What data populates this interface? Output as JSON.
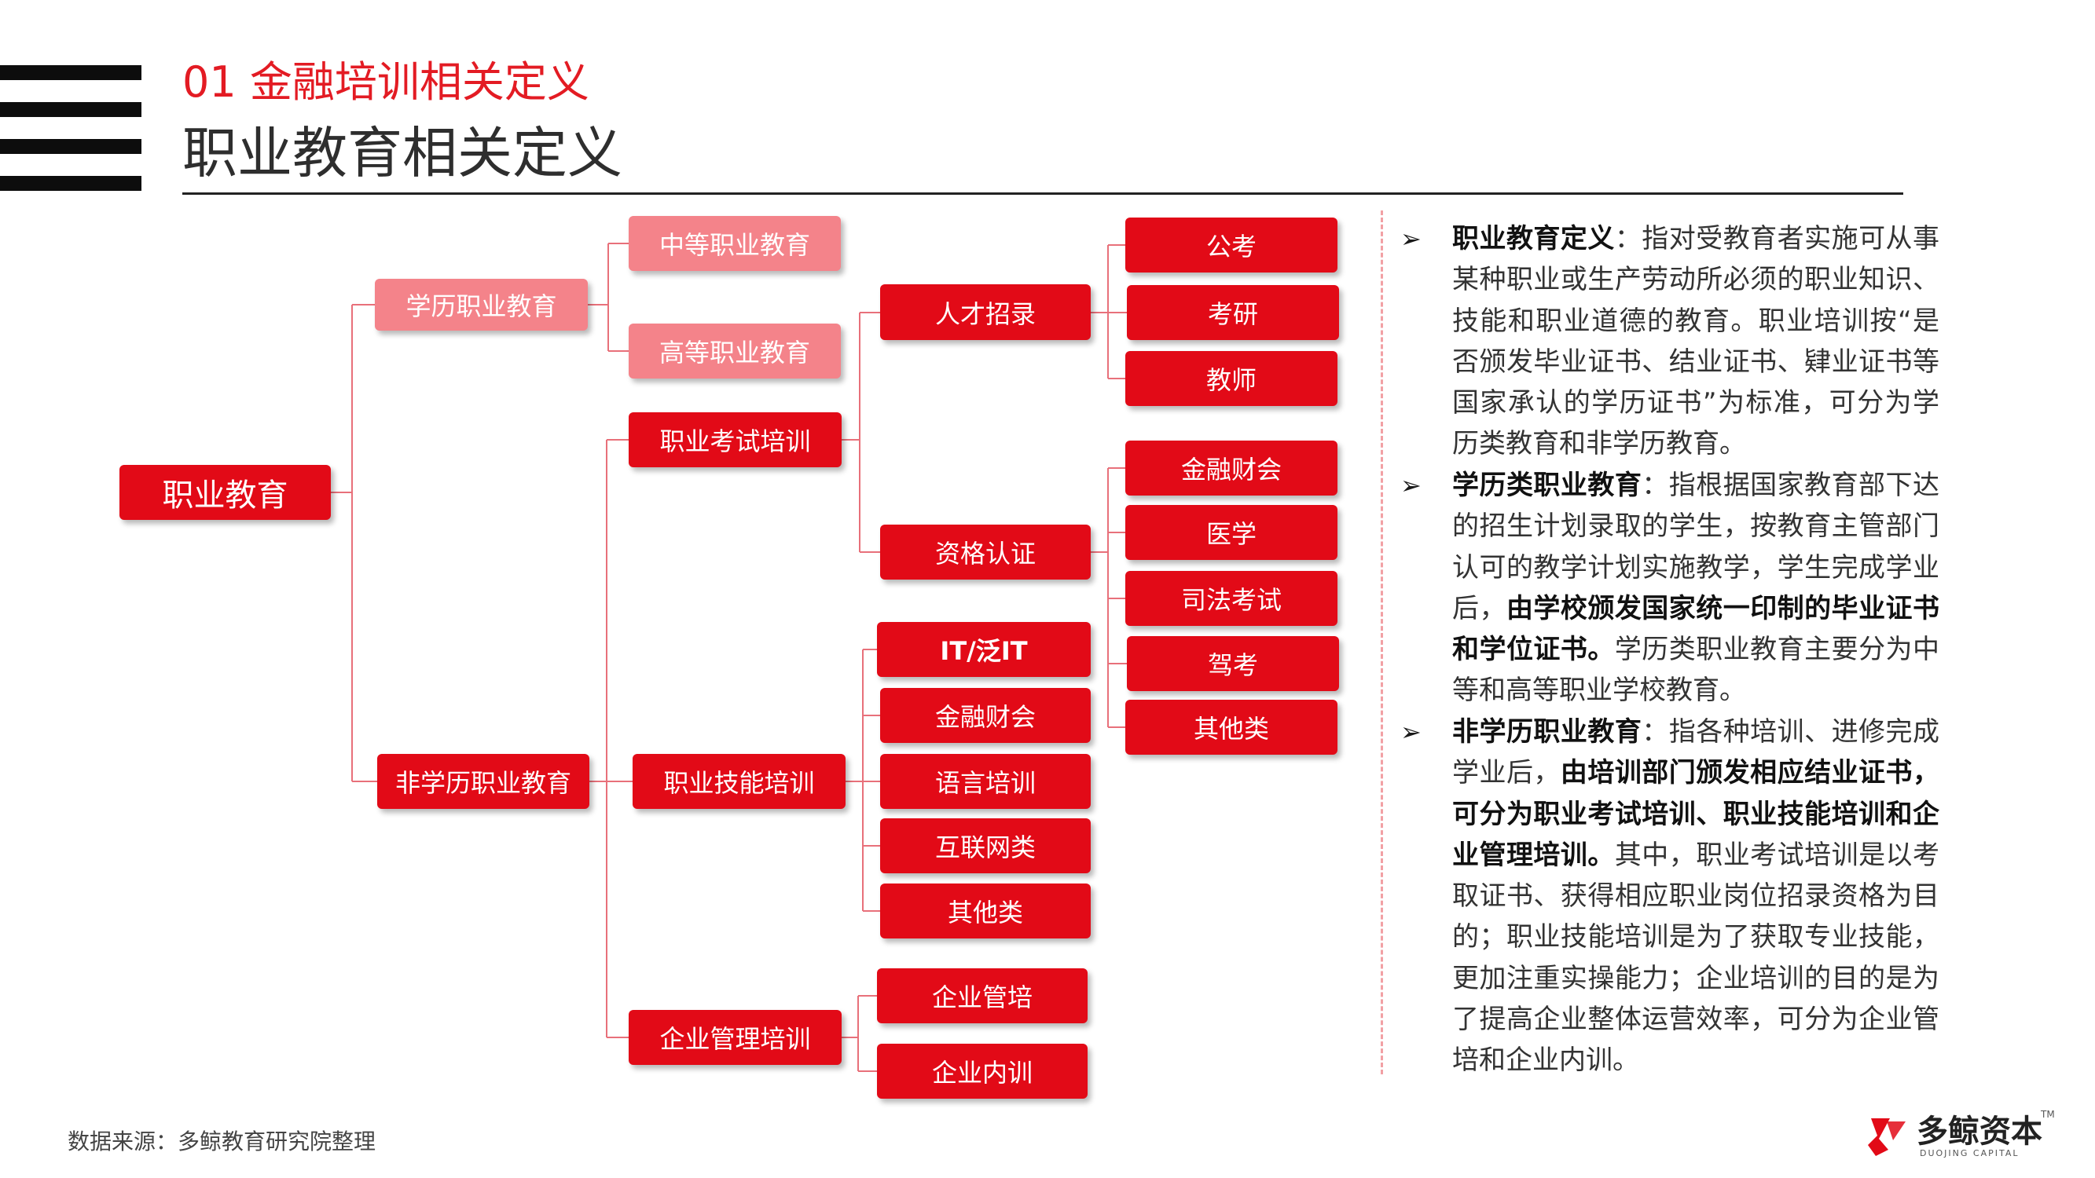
{
  "header": {
    "section_label": "01 金融培训相关定义",
    "title": "职业教育相关定义"
  },
  "tree": {
    "root": "职业教育",
    "level1": [
      "学历职业教育",
      "非学历职业教育"
    ],
    "academic_children": [
      "中等职业教育",
      "高等职业教育"
    ],
    "nonacademic_children": [
      "职业考试培训",
      "职业技能培训",
      "企业管理培训"
    ],
    "exam_children": [
      "人才招录",
      "资格认证"
    ],
    "recruit_children": [
      "公考",
      "考研",
      "教师"
    ],
    "cert_children": [
      "金融财会",
      "医学",
      "司法考试",
      "驾考",
      "其他类"
    ],
    "skill_children": [
      "IT/泛IT",
      "金融财会",
      "语言培训",
      "互联网类",
      "其他类"
    ],
    "mgmt_children": [
      "企业管培",
      "企业内训"
    ]
  },
  "bullets": [
    {
      "parts": [
        {
          "t": "职业教育定义",
          "b": true
        },
        {
          "t": "：指对受教育者实施可从事某种职业或生产劳动所必须的职业知识、技能和职业道德的教育。职业培训按“是否颁发毕业证书、结业证书、肄业证书等国家承认的学历证书”为标准，可分为学历类教育和非学历教育。",
          "b": false
        }
      ]
    },
    {
      "parts": [
        {
          "t": "学历类职业教育",
          "b": true
        },
        {
          "t": "：指根据国家教育部下达的招生计划录取的学生，按教育主管部门认可的教学计划实施教学，学生完成学业后，",
          "b": false
        },
        {
          "t": "由学校颁发国家统一印制的毕业证书和学位证书。",
          "b": true
        },
        {
          "t": "学历类职业教育主要分为中等和高等职业学校教育。",
          "b": false
        }
      ]
    },
    {
      "parts": [
        {
          "t": "非学历职业教育",
          "b": true
        },
        {
          "t": "：指各种培训、进修完成学业后，",
          "b": false
        },
        {
          "t": "由培训部门颁发相应结业证书，可分为职业考试培训、职业技能培训和企业管理培训。",
          "b": true
        },
        {
          "t": "其中，职业考试培训是以考取证书、获得相应职业岗位招录资格为目的；职业技能培训是为了获取专业技能，更加注重实操能力；企业培训的目的是为了提高企业整体运营效率，可分为企业管培和企业内训。",
          "b": false
        }
      ]
    }
  ],
  "footer": {
    "source": "数据来源：多鲸教育研究院整理",
    "logo_name": "多鲸资本",
    "logo_sub": "DUOJING CAPITAL",
    "logo_tm": "TM"
  },
  "colors": {
    "accent": "#e20a17",
    "light_node": "#f4838a",
    "connector": "#e8707a"
  }
}
